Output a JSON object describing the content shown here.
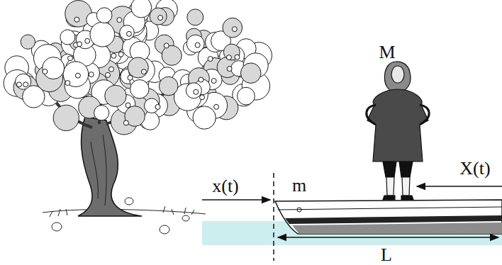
{
  "diagram": {
    "labels": [
      "M",
      "x(t)",
      "m",
      "X(t)",
      "L"
    ]
  }
}
